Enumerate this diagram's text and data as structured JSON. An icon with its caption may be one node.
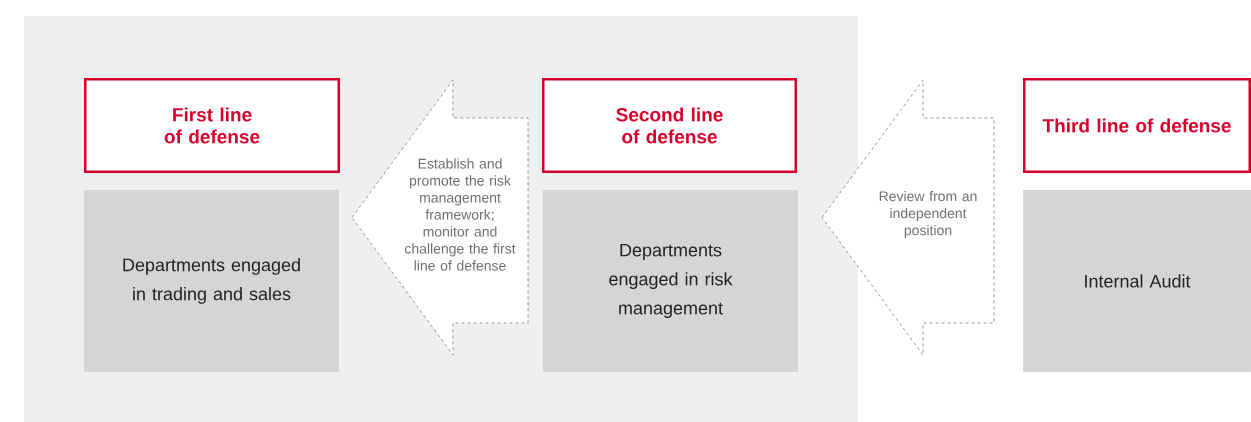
{
  "diagram": {
    "nodes": [
      {
        "text": [
          "First line of defense"
        ]
      },
      {
        "text": [
          "Departments engaged in trading and sales"
        ]
      },
      {
        "text": [
          "Establish and promote the risk management framework; monitor and challenge the first line of defense"
        ]
      },
      {
        "text": [
          "Second line of defense"
        ]
      },
      {
        "text": [
          "Departments engaged in risk management"
        ]
      },
      {
        "text": [
          "Review from an independent position"
        ]
      },
      {
        "text": [
          "Third line of defense"
        ]
      },
      {
        "text": [
          "Internal Audit"
        ]
      }
    ]
  }
}
